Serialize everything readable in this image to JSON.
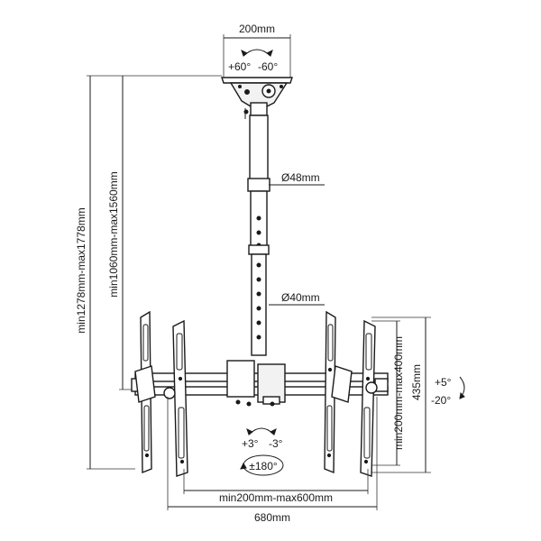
{
  "labels": {
    "plate_width": "200mm",
    "plate_tilt_left": "+60°",
    "plate_tilt_right": "-60°",
    "outer_tube": "Ø48mm",
    "inner_tube": "Ø40mm",
    "total_height": "min1278mm-max1778mm",
    "pole_height": "min1060mm-max1560mm",
    "vesa_height": "min200mm-max400mm",
    "bracket_height": "435mm",
    "tilt_up": "+5°",
    "tilt_down": "-20°",
    "swivel_left": "+3°",
    "swivel_right": "-3°",
    "rotation": "±180°",
    "vesa_width": "min200mm-max600mm",
    "total_width": "680mm"
  }
}
